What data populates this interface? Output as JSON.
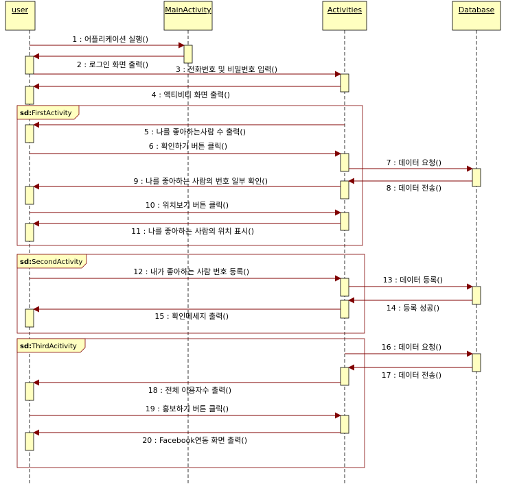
{
  "lifelines": {
    "user": "user",
    "main": "MainActivity",
    "acts": "Activities",
    "db": "Database"
  },
  "frames": {
    "f1": {
      "prefix": "sd:",
      "name": "FirstActivity"
    },
    "f2": {
      "prefix": "sd:",
      "name": "SecondActivity"
    },
    "f3": {
      "prefix": "sd:",
      "name": "ThirdAcitivity"
    }
  },
  "messages": {
    "m1": "1 : 어플리케이션 실행()",
    "m2": "2 : 로그인 화면 출력()",
    "m3": "3 : 전화번호 및 비밀번호 입력()",
    "m4": "4 : 액티비티 화면 출력()",
    "m5": "5 : 나를 좋아하는사람 수 출력()",
    "m6": "6 : 확인하기 버튼 클릭()",
    "m7": "7 : 데이터 요청()",
    "m8": "8 : 데이터 전송()",
    "m9": "9 : 나를 좋아하는 사람의 번호 일부 확인()",
    "m10": "10 : 위치보기 버튼 클릭()",
    "m11": "11 : 나를 좋아하는 사람의 위치 표시()",
    "m12": "12 : 내가 좋아하는 사람 번호 등록()",
    "m13": "13 : 데이터 등록()",
    "m14": "14 : 등록 성공()",
    "m15": "15 : 확인메세지 출력()",
    "m16": "16 : 데이터 요청()",
    "m17": "17 : 데이터 전송()",
    "m18": "18 : 전체 이용자수 출력()",
    "m19": "19 : 홍보하기 버튼 클릭()",
    "m20": "20 : Facebook연동 화면 출력()"
  },
  "colors": {
    "box_fill": "#ffffc0",
    "line": "#800000",
    "arrow_head": "#800000",
    "frame_border": "#800000",
    "frame_tab": "#ffffc0"
  }
}
